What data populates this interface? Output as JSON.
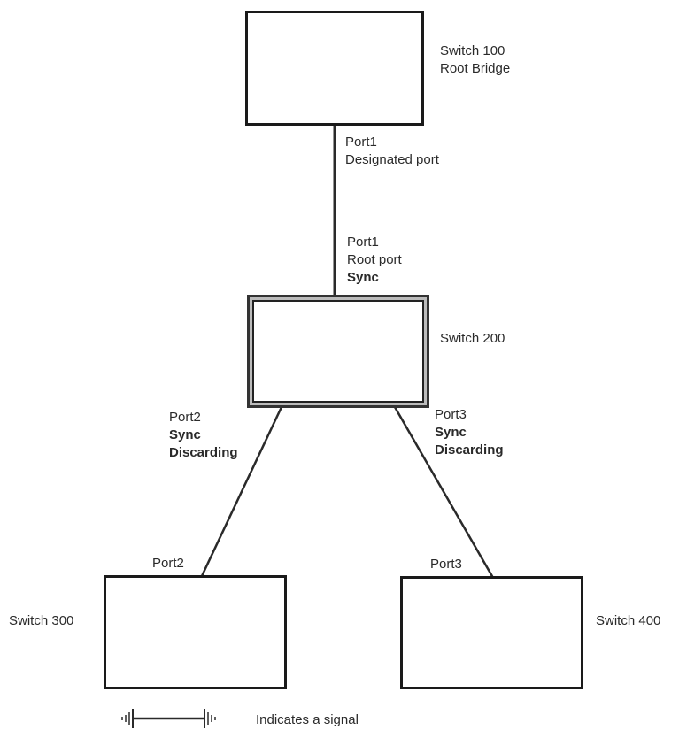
{
  "switch_100": {
    "name": "Switch 100",
    "role": "Root Bridge"
  },
  "switch_100_port": {
    "name": "Port1",
    "role": "Designated port"
  },
  "switch_200": {
    "name": "Switch 200"
  },
  "switch_200_port1": {
    "name": "Port1",
    "role": "Root port",
    "state": "Sync"
  },
  "switch_200_port2": {
    "name": "Port2",
    "state": "Sync",
    "status": "Discarding"
  },
  "switch_200_port3": {
    "name": "Port3",
    "state": "Sync",
    "status": "Discarding"
  },
  "switch_300": {
    "name": "Switch 300",
    "port": "Port2"
  },
  "switch_400": {
    "name": "Switch 400",
    "port": "Port3"
  },
  "legend": {
    "text": "Indicates a signal",
    "icon": "signal-icon"
  },
  "colors": {
    "line": "#2a2a2a",
    "box_border": "#1a1a1a",
    "frame_gray": "#bbbbbb"
  }
}
